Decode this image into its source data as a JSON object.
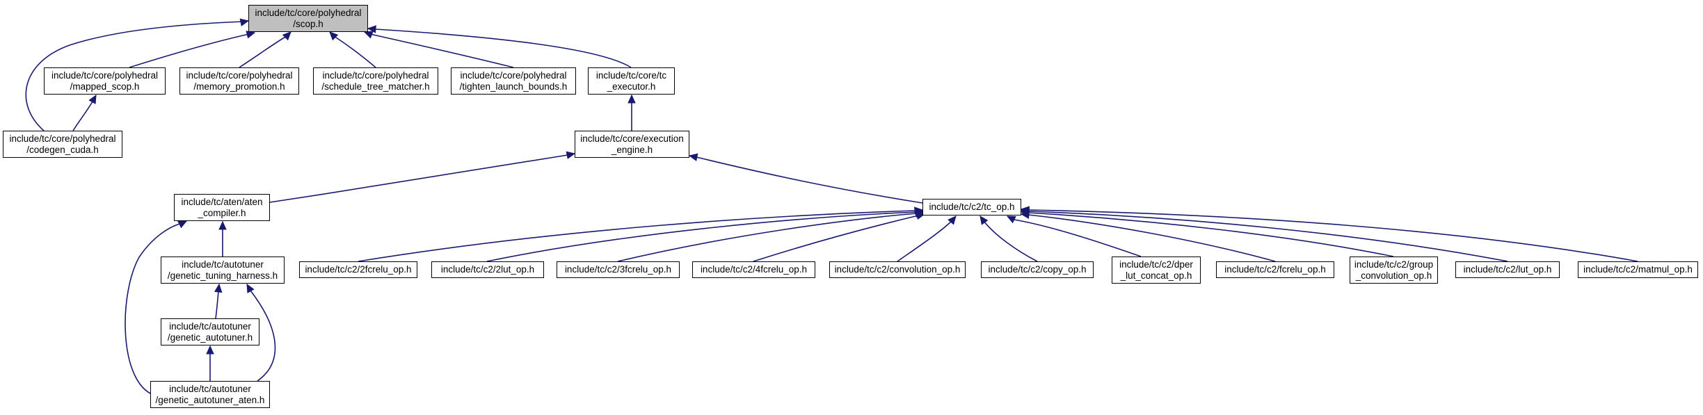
{
  "graph": {
    "colors": {
      "edge": "#191970",
      "root_fill": "#bfbfbf",
      "node_fill": "#ffffff",
      "node_border": "#000000"
    },
    "nodes": {
      "scop": {
        "lines": [
          "include/tc/core/polyhedral",
          "/scop.h"
        ]
      },
      "mapped_scop": {
        "lines": [
          "include/tc/core/polyhedral",
          "/mapped_scop.h"
        ]
      },
      "memory_promotion": {
        "lines": [
          "include/tc/core/polyhedral",
          "/memory_promotion.h"
        ]
      },
      "schedule_tree_matcher": {
        "lines": [
          "include/tc/core/polyhedral",
          "/schedule_tree_matcher.h"
        ]
      },
      "tighten_launch_bounds": {
        "lines": [
          "include/tc/core/polyhedral",
          "/tighten_launch_bounds.h"
        ]
      },
      "tc_executor": {
        "lines": [
          "include/tc/core/tc",
          "_executor.h"
        ]
      },
      "codegen_cuda": {
        "lines": [
          "include/tc/core/polyhedral",
          "/codegen_cuda.h"
        ]
      },
      "execution_engine": {
        "lines": [
          "include/tc/core/execution",
          "_engine.h"
        ]
      },
      "aten_compiler": {
        "lines": [
          "include/tc/aten/aten",
          "_compiler.h"
        ]
      },
      "tc_op": {
        "lines": [
          "include/tc/c2/tc_op.h"
        ]
      },
      "genetic_tuning_harness": {
        "lines": [
          "include/tc/autotuner",
          "/genetic_tuning_harness.h"
        ]
      },
      "genetic_autotuner": {
        "lines": [
          "include/tc/autotuner",
          "/genetic_autotuner.h"
        ]
      },
      "genetic_autotuner_aten": {
        "lines": [
          "include/tc/autotuner",
          "/genetic_autotuner_aten.h"
        ]
      },
      "op_2fcrelu": {
        "lines": [
          "include/tc/c2/2fcrelu_op.h"
        ]
      },
      "op_2lut": {
        "lines": [
          "include/tc/c2/2lut_op.h"
        ]
      },
      "op_3fcrelu": {
        "lines": [
          "include/tc/c2/3fcrelu_op.h"
        ]
      },
      "op_4fcrelu": {
        "lines": [
          "include/tc/c2/4fcrelu_op.h"
        ]
      },
      "op_convolution": {
        "lines": [
          "include/tc/c2/convolution_op.h"
        ]
      },
      "op_copy": {
        "lines": [
          "include/tc/c2/copy_op.h"
        ]
      },
      "op_dper_lut_concat": {
        "lines": [
          "include/tc/c2/dper",
          "_lut_concat_op.h"
        ]
      },
      "op_fcrelu": {
        "lines": [
          "include/tc/c2/fcrelu_op.h"
        ]
      },
      "op_group_convolution": {
        "lines": [
          "include/tc/c2/group",
          "_convolution_op.h"
        ]
      },
      "op_lut": {
        "lines": [
          "include/tc/c2/lut_op.h"
        ]
      },
      "op_matmul": {
        "lines": [
          "include/tc/c2/matmul_op.h"
        ]
      }
    },
    "edges": [
      {
        "from": "mapped_scop",
        "to": "scop"
      },
      {
        "from": "memory_promotion",
        "to": "scop"
      },
      {
        "from": "schedule_tree_matcher",
        "to": "scop"
      },
      {
        "from": "tighten_launch_bounds",
        "to": "scop"
      },
      {
        "from": "tc_executor",
        "to": "scop"
      },
      {
        "from": "codegen_cuda",
        "to": "scop"
      },
      {
        "from": "codegen_cuda",
        "to": "mapped_scop"
      },
      {
        "from": "execution_engine",
        "to": "tc_executor"
      },
      {
        "from": "aten_compiler",
        "to": "execution_engine"
      },
      {
        "from": "tc_op",
        "to": "execution_engine"
      },
      {
        "from": "genetic_tuning_harness",
        "to": "aten_compiler"
      },
      {
        "from": "genetic_autotuner_aten",
        "to": "aten_compiler"
      },
      {
        "from": "genetic_autotuner",
        "to": "genetic_tuning_harness"
      },
      {
        "from": "genetic_autotuner_aten",
        "to": "genetic_tuning_harness"
      },
      {
        "from": "genetic_autotuner_aten",
        "to": "genetic_autotuner"
      },
      {
        "from": "op_2fcrelu",
        "to": "tc_op"
      },
      {
        "from": "op_2lut",
        "to": "tc_op"
      },
      {
        "from": "op_3fcrelu",
        "to": "tc_op"
      },
      {
        "from": "op_4fcrelu",
        "to": "tc_op"
      },
      {
        "from": "op_convolution",
        "to": "tc_op"
      },
      {
        "from": "op_copy",
        "to": "tc_op"
      },
      {
        "from": "op_dper_lut_concat",
        "to": "tc_op"
      },
      {
        "from": "op_fcrelu",
        "to": "tc_op"
      },
      {
        "from": "op_group_convolution",
        "to": "tc_op"
      },
      {
        "from": "op_lut",
        "to": "tc_op"
      },
      {
        "from": "op_matmul",
        "to": "tc_op"
      }
    ]
  }
}
